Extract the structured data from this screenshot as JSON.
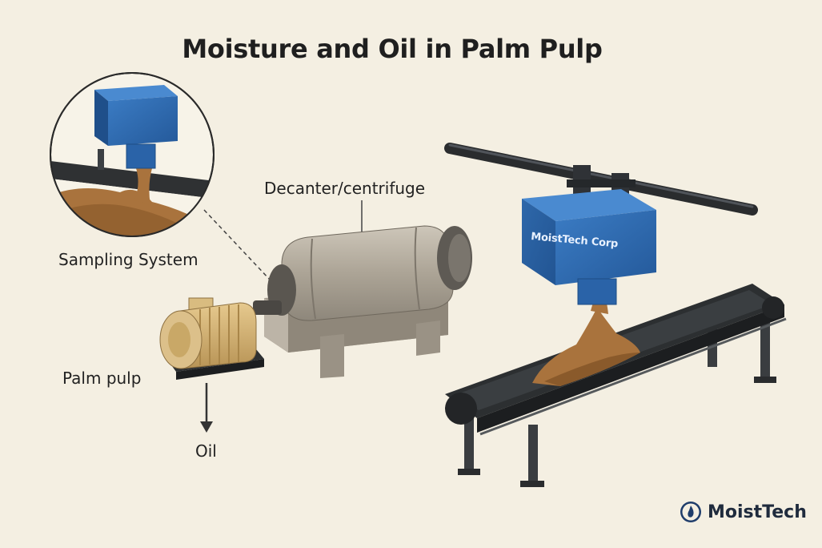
{
  "title": "Moisture and Oil in Palm Pulp",
  "labels": {
    "decanter": "Decanter/centrifuge",
    "sampling": "Sampling System",
    "pulp": "Palm pulp",
    "oil": "Oil"
  },
  "sensor_brand": "MoistTech Corp",
  "logo": {
    "text": "MoistTech",
    "icon": "droplet-icon"
  },
  "colors": {
    "background": "#f4efe2",
    "sensor_blue": "#2f6db5",
    "pulp_brown": "#a9733d",
    "belt_dark": "#2c2f31",
    "decanter_gray": "#b5ada0",
    "motor_tan": "#d8b779"
  }
}
